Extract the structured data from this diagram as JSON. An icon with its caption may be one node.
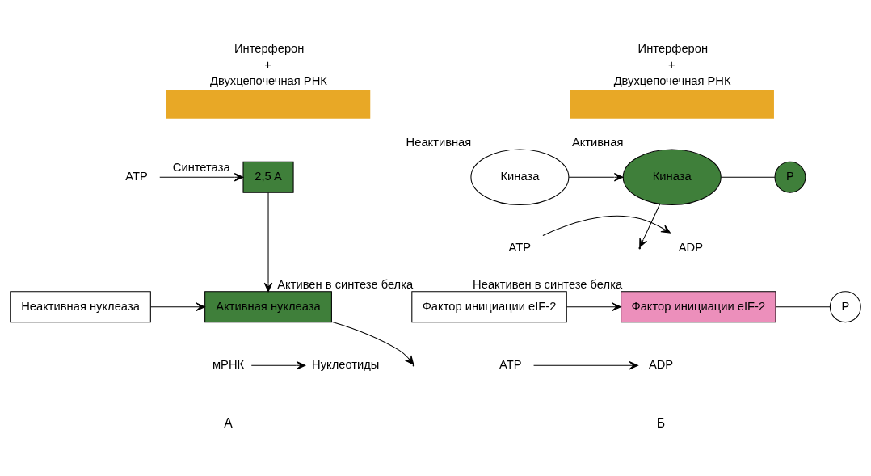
{
  "diagram": {
    "nodes": [
      {
        "text": [
          "Интерферон",
          "+",
          "Двухцепочечная РНК"
        ]
      },
      {
        "text": [
          "Интерферон",
          "+",
          "Двухцепочечная РНК"
        ]
      },
      {
        "text": [
          "ATP"
        ]
      },
      {
        "text": [
          "2,5 A"
        ]
      },
      {
        "text": [
          "Киназа"
        ],
        "beside": [
          "Неактивная"
        ]
      },
      {
        "text": [
          "Киназа"
        ],
        "beside": [
          "Активная"
        ]
      },
      {
        "text": [
          "P"
        ]
      },
      {
        "text": [
          "ATP"
        ]
      },
      {
        "text": [
          "ADP"
        ]
      },
      {
        "text": [
          "Неактивная нуклеаза"
        ]
      },
      {
        "text": [
          "Активная нуклеаза"
        ]
      },
      {
        "text": [
          "Фактор инициации eIF-2"
        ],
        "beside": [
          "Активен в синтезе белка"
        ]
      },
      {
        "text": [
          "Фактор инициации eIF-2"
        ],
        "beside": [
          "Неактивен в синтезе белка"
        ]
      },
      {
        "text": [
          "P"
        ]
      },
      {
        "text": [
          "ATP"
        ]
      },
      {
        "text": [
          "ADP"
        ]
      },
      {
        "text": [
          "мРНК"
        ]
      },
      {
        "text": [
          "Нуклеотиды"
        ]
      }
    ],
    "edges": [
      {
        "from": 2,
        "to": 3,
        "arrow": "to",
        "label": "Синтетаза"
      },
      {
        "from": 4,
        "to": 5,
        "arrow": "to"
      },
      {
        "from": 7,
        "to": 8,
        "arrow": "to"
      },
      {
        "from": 5,
        "to": 6,
        "arrow": "none"
      },
      {
        "from": 3,
        "to": 10,
        "arrow": "to"
      },
      {
        "from": 9,
        "to": 10,
        "arrow": "to"
      },
      {
        "from": 5,
        "to": null,
        "arrow": "to"
      },
      {
        "from": 11,
        "to": 12,
        "arrow": "to"
      },
      {
        "from": 12,
        "to": 13,
        "arrow": "none"
      },
      {
        "from": 14,
        "to": 15,
        "arrow": "to"
      },
      {
        "from": 10,
        "to": null,
        "arrow": "to"
      },
      {
        "from": 16,
        "to": 17,
        "arrow": "to"
      }
    ],
    "labels": [
      "А",
      "Б"
    ]
  }
}
